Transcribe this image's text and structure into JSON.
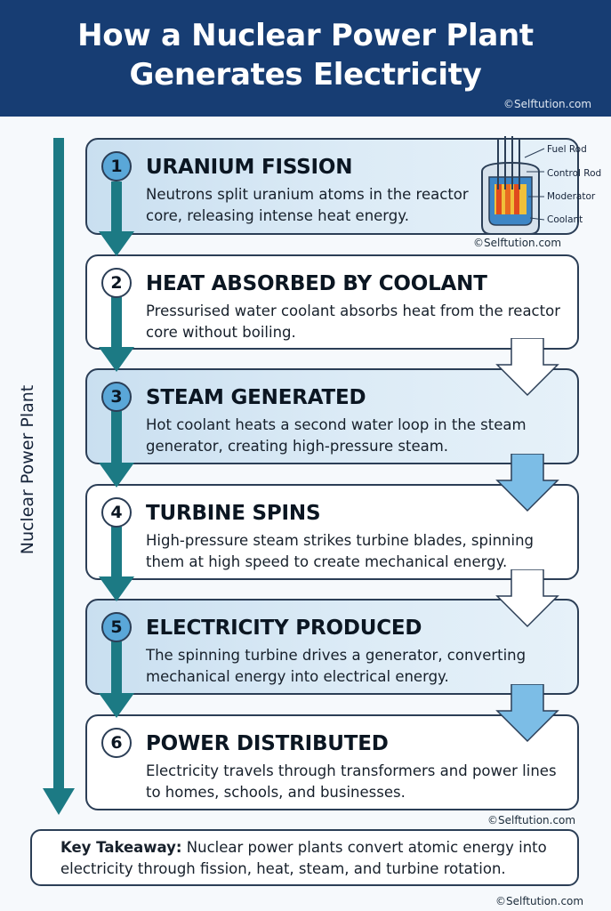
{
  "title": {
    "line1": "How a Nuclear Power Plant",
    "line2": "Generates Electricity"
  },
  "watermark": "©Selftution.com",
  "side_label": "Nuclear Power Plant",
  "reactor_diagram": {
    "labels": [
      "Fuel Rod",
      "Control Rod",
      "Moderator",
      "Coolant"
    ]
  },
  "steps": [
    {
      "number": "1",
      "title": "URANIUM FISSION",
      "description": "Neutrons split uranium atoms in the reactor core, releasing intense heat energy."
    },
    {
      "number": "2",
      "title": "HEAT ABSORBED BY COOLANT",
      "description": "Pressurised water coolant absorbs heat from the reactor core without boiling."
    },
    {
      "number": "3",
      "title": "STEAM GENERATED",
      "description": "Hot coolant heats a second water loop in the steam generator, creating high-pressure steam."
    },
    {
      "number": "4",
      "title": "TURBINE SPINS",
      "description": "High-pressure steam strikes turbine blades, spinning them at high speed to create mechanical energy."
    },
    {
      "number": "5",
      "title": "ELECTRICITY PRODUCED",
      "description": "The spinning turbine drives a generator, converting mechanical energy into electrical energy."
    },
    {
      "number": "6",
      "title": "POWER DISTRIBUTED",
      "description": "Electricity travels through transformers and power lines to homes, schools, and businesses."
    }
  ],
  "takeaway": {
    "label": "Key Takeaway:",
    "text": " Nuclear power plants convert atomic energy into electricity through fission, heat, steam, and turbine rotation."
  },
  "colors": {
    "header_bg": "#173d73",
    "teal_arrow": "#1c7a84",
    "card_blue": "#d4e7f5",
    "number_blue": "#5aa7d8"
  }
}
